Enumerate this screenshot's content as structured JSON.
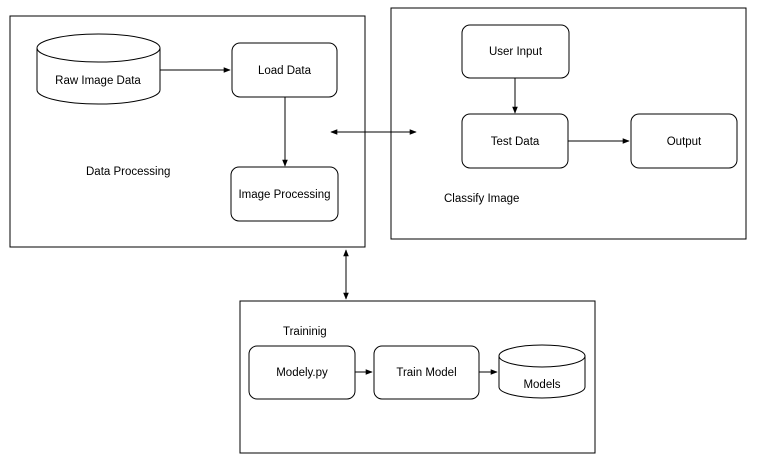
{
  "containers": {
    "data_processing": "Data Processing",
    "classify_image": "Classify Image",
    "training": "Traininig"
  },
  "nodes": {
    "raw_image_data": "Raw Image Data",
    "load_data": "Load Data",
    "image_processing": "Image Processing",
    "user_input": "User Input",
    "test_data": "Test Data",
    "output": "Output",
    "modely_py": "Modely.py",
    "train_model": "Train Model",
    "models": "Models"
  },
  "colors": {
    "stroke": "#000000",
    "fill": "#ffffff"
  }
}
